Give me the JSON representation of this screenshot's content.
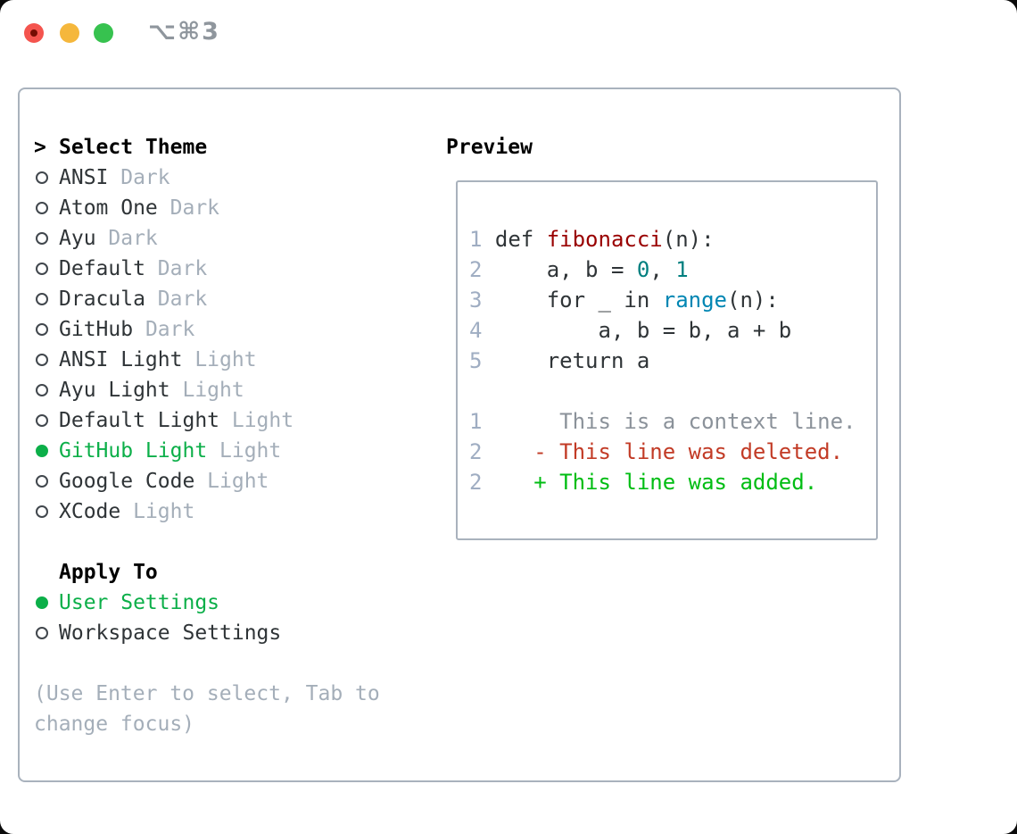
{
  "titlebar": {
    "shortcut": "⌥⌘3"
  },
  "theme_picker": {
    "prompt": ">",
    "title": "Select Theme",
    "items": [
      {
        "name": "ANSI",
        "variant": "Dark",
        "selected": false
      },
      {
        "name": "Atom One",
        "variant": "Dark",
        "selected": false
      },
      {
        "name": "Ayu",
        "variant": "Dark",
        "selected": false
      },
      {
        "name": "Default",
        "variant": "Dark",
        "selected": false
      },
      {
        "name": "Dracula",
        "variant": "Dark",
        "selected": false
      },
      {
        "name": "GitHub",
        "variant": "Dark",
        "selected": false
      },
      {
        "name": "ANSI Light",
        "variant": "Light",
        "selected": false
      },
      {
        "name": "Ayu Light",
        "variant": "Light",
        "selected": false
      },
      {
        "name": "Default Light",
        "variant": "Light",
        "selected": false
      },
      {
        "name": "GitHub Light",
        "variant": "Light",
        "selected": true
      },
      {
        "name": "Google Code",
        "variant": "Light",
        "selected": false
      },
      {
        "name": "XCode",
        "variant": "Light",
        "selected": false
      }
    ],
    "apply_to": {
      "title": "Apply To",
      "options": [
        {
          "name": "User Settings",
          "selected": true
        },
        {
          "name": "Workspace Settings",
          "selected": false
        }
      ]
    },
    "hint_line1": "(Use Enter to select, Tab to",
    "hint_line2": "change focus)"
  },
  "preview": {
    "title": "Preview",
    "line1": {
      "num": "1 ",
      "kw": "def ",
      "fn": "fibonacci",
      "rest": "(n):"
    },
    "line2": {
      "num": "2 ",
      "pre": "    a, b = ",
      "n1": "0",
      "sep": ", ",
      "n2": "1"
    },
    "line3": {
      "num": "3 ",
      "pre": "    for _ in ",
      "builtin": "range",
      "rest": "(n):"
    },
    "line4": {
      "num": "4 ",
      "code": "        a, b = b, a + b"
    },
    "line5": {
      "num": "5 ",
      "code": "    return a"
    },
    "diff_context": {
      "num": "1 ",
      "text": "     This is a context line."
    },
    "diff_deleted": {
      "num": "2 ",
      "text": "   - This line was deleted."
    },
    "diff_added": {
      "num": "2 ",
      "text": "   + This line was added."
    }
  },
  "colors": {
    "selected_green": "#0caf49",
    "added_green": "#00bd13",
    "deleted_red": "#c23b26",
    "function_red": "#990000",
    "number_teal": "#007f7f",
    "builtin_blue": "#0086b3",
    "muted_gray": "#a4aeb9",
    "border_gray": "#a9b2bd",
    "traffic_red": "#f4544e",
    "traffic_yellow": "#f5b73c",
    "traffic_green": "#37c24f"
  }
}
